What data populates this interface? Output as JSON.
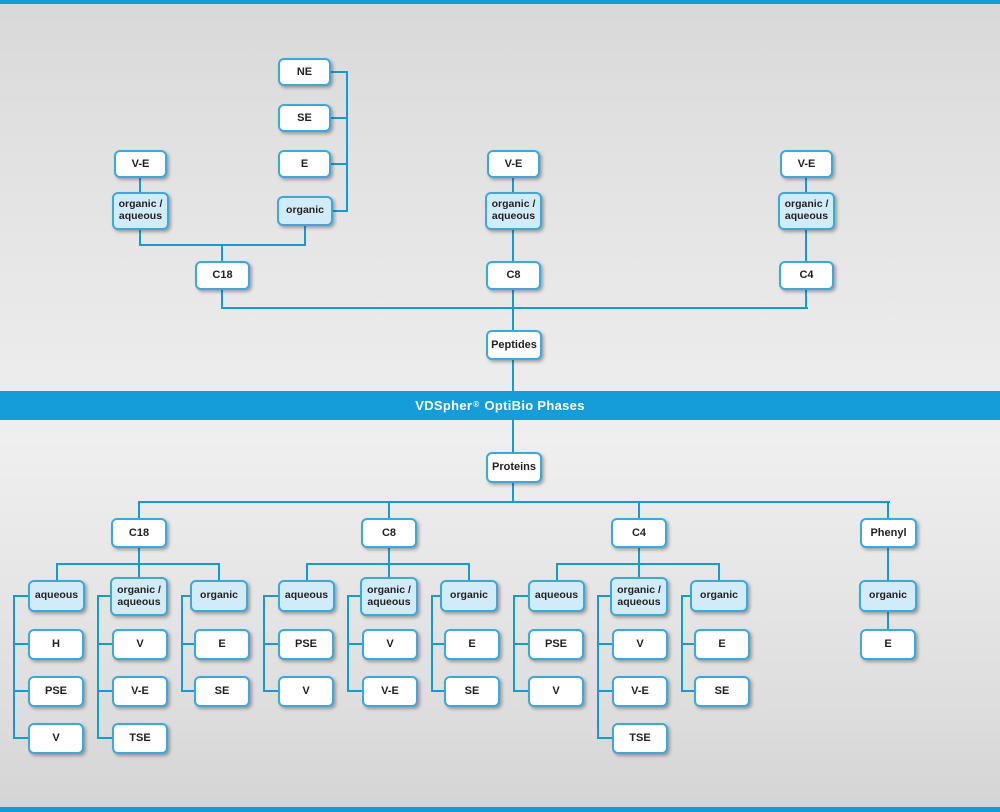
{
  "banner": {
    "brand": "VDSpher",
    "reg": "®",
    "rest": "OptiBio Phases"
  },
  "colors": {
    "accent": "#149bd6",
    "border": "#3da8dc",
    "mode_fill": "#d2ebf8",
    "node_fill": "#ffffff",
    "text": "#231f20",
    "banner_text": "#ffffff"
  },
  "peptides": {
    "root": "Peptides",
    "columns": [
      {
        "phase": "C18",
        "modes": [
          {
            "mode": "organic /\naqueous",
            "endings": [
              "V-E"
            ]
          },
          {
            "mode": "organic",
            "endings": [
              "NE",
              "SE",
              "E"
            ]
          }
        ]
      },
      {
        "phase": "C8",
        "modes": [
          {
            "mode": "organic /\naqueous",
            "endings": [
              "V-E"
            ]
          }
        ]
      },
      {
        "phase": "C4",
        "modes": [
          {
            "mode": "organic /\naqueous",
            "endings": [
              "V-E"
            ]
          }
        ]
      }
    ]
  },
  "proteins": {
    "root": "Proteins",
    "columns": [
      {
        "phase": "C18",
        "modes": [
          {
            "mode": "aqueous",
            "endings": [
              "H",
              "PSE",
              "V"
            ]
          },
          {
            "mode": "organic /\naqueous",
            "endings": [
              "V",
              "V-E",
              "TSE"
            ]
          },
          {
            "mode": "organic",
            "endings": [
              "E",
              "SE"
            ]
          }
        ]
      },
      {
        "phase": "C8",
        "modes": [
          {
            "mode": "aqueous",
            "endings": [
              "PSE",
              "V"
            ]
          },
          {
            "mode": "organic /\naqueous",
            "endings": [
              "V",
              "V-E"
            ]
          },
          {
            "mode": "organic",
            "endings": [
              "E",
              "SE"
            ]
          }
        ]
      },
      {
        "phase": "C4",
        "modes": [
          {
            "mode": "aqueous",
            "endings": [
              "PSE",
              "V"
            ]
          },
          {
            "mode": "organic /\naqueous",
            "endings": [
              "V",
              "V-E",
              "TSE"
            ]
          },
          {
            "mode": "organic",
            "endings": [
              "E",
              "SE"
            ]
          }
        ]
      },
      {
        "phase": "Phenyl",
        "modes": [
          {
            "mode": "organic",
            "endings": [
              "E"
            ]
          }
        ]
      }
    ]
  }
}
